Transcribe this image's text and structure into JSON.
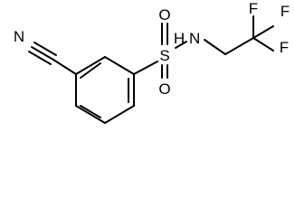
{
  "diagram": {
    "type": "chemical-structure",
    "atoms": {
      "nitrile_n": "N",
      "sulfur": "S",
      "oxygen_top": "O",
      "oxygen_bottom": "O",
      "amide_n": "N",
      "amide_h": "H",
      "fluorine_top_left": "F",
      "fluorine_top_right": "F",
      "fluorine_right": "F"
    },
    "colors": {
      "bond": "#000000",
      "label": "#000000",
      "background": "#ffffff"
    }
  }
}
